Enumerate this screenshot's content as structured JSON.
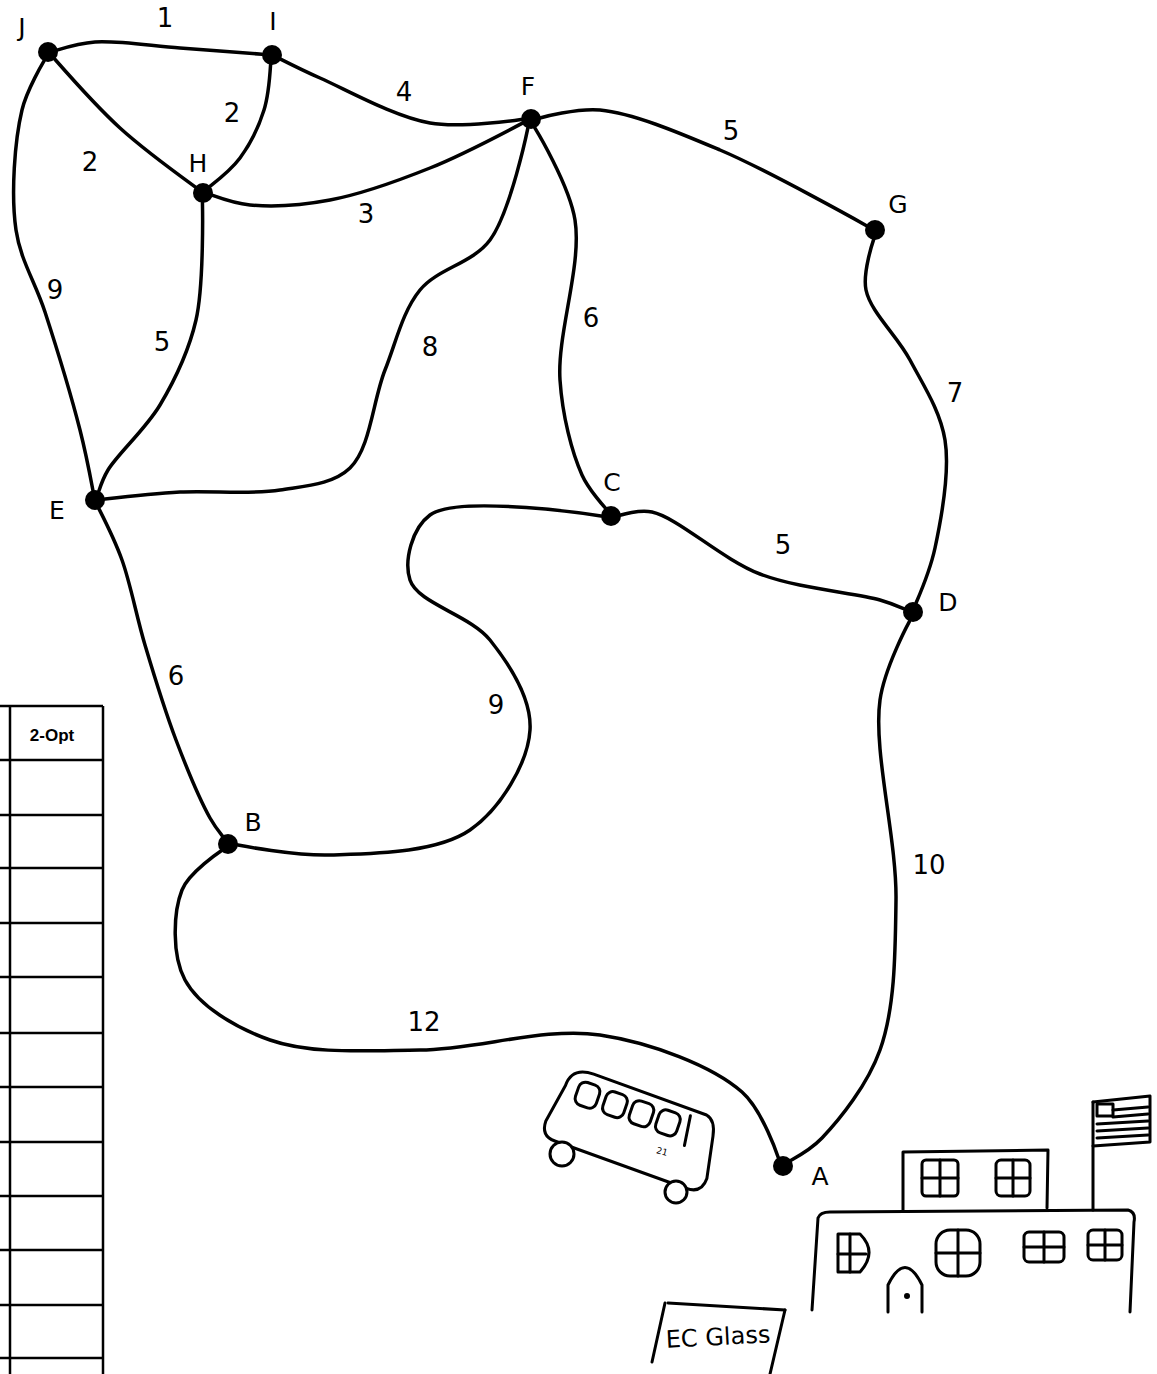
{
  "diagram": {
    "nodes": [
      {
        "text": [
          "J"
        ]
      },
      {
        "text": [
          "I"
        ]
      },
      {
        "text": [
          "F"
        ]
      },
      {
        "text": [
          "H"
        ]
      },
      {
        "text": [
          "G"
        ]
      },
      {
        "text": [
          "E"
        ]
      },
      {
        "text": [
          "C"
        ]
      },
      {
        "text": [
          "D"
        ]
      },
      {
        "text": [
          "B"
        ]
      },
      {
        "text": [
          "A"
        ]
      }
    ],
    "edges": [
      {
        "from": 0,
        "to": 1,
        "arrow": "none",
        "label": "1"
      },
      {
        "from": 0,
        "to": 3,
        "arrow": "none",
        "label": "2"
      },
      {
        "from": 1,
        "to": 3,
        "arrow": "none",
        "label": "2"
      },
      {
        "from": 1,
        "to": 2,
        "arrow": "none",
        "label": "4"
      },
      {
        "from": 3,
        "to": 2,
        "arrow": "none",
        "label": "3"
      },
      {
        "from": 2,
        "to": 4,
        "arrow": "none",
        "label": "5"
      },
      {
        "from": 0,
        "to": 5,
        "arrow": "none",
        "label": "9"
      },
      {
        "from": 3,
        "to": 5,
        "arrow": "none",
        "label": "5"
      },
      {
        "from": 2,
        "to": 5,
        "arrow": "none",
        "label": "8"
      },
      {
        "from": 2,
        "to": 6,
        "arrow": "none",
        "label": "6"
      },
      {
        "from": 4,
        "to": 7,
        "arrow": "none",
        "label": "7"
      },
      {
        "from": 6,
        "to": 7,
        "arrow": "none",
        "label": "5"
      },
      {
        "from": 6,
        "to": 8,
        "arrow": "none",
        "label": "9"
      },
      {
        "from": 5,
        "to": 8,
        "arrow": "none",
        "label": "6"
      },
      {
        "from": 8,
        "to": 9,
        "arrow": "none",
        "label": "12"
      },
      {
        "from": 7,
        "to": 9,
        "arrow": "none",
        "label": "10"
      }
    ],
    "labels": [
      "2-Opt",
      "EC Glass",
      "21"
    ]
  }
}
